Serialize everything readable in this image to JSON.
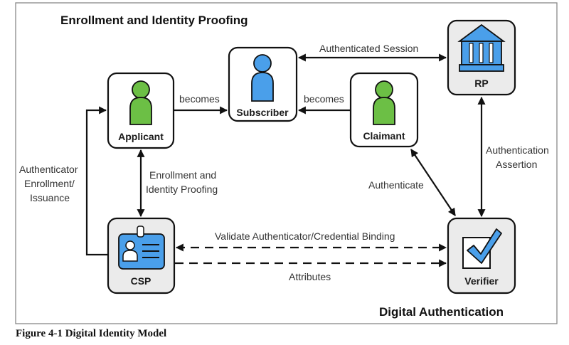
{
  "diagram": {
    "section_titles": {
      "enrollment": "Enrollment and Identity Proofing",
      "authentication": "Digital Authentication"
    },
    "caption": "Figure 4-1 Digital Identity Model",
    "nodes": {
      "applicant": {
        "label": "Applicant",
        "icon": "person-icon",
        "icon_color": "#6cbf45",
        "background": "#ffffff"
      },
      "subscriber": {
        "label": "Subscriber",
        "icon": "person-icon",
        "icon_color": "#4a9fea",
        "background": "#ffffff"
      },
      "claimant": {
        "label": "Claimant",
        "icon": "person-icon",
        "icon_color": "#6cbf45",
        "background": "#ffffff"
      },
      "rp": {
        "label": "RP",
        "icon": "bank-building-icon",
        "icon_color": "#4a9fea",
        "background": "#ebebeb"
      },
      "csp": {
        "label": "CSP",
        "icon": "id-badge-icon",
        "icon_color": "#4a9fea",
        "background": "#ebebeb"
      },
      "verifier": {
        "label": "Verifier",
        "icon": "checkbox-checked-icon",
        "icon_color": "#4a9fea",
        "background": "#ebebeb"
      }
    },
    "edges": {
      "applicant_subscriber": {
        "label": "becomes",
        "from": "Applicant",
        "to": "Subscriber",
        "style": "solid"
      },
      "claimant_subscriber": {
        "label": "becomes",
        "from": "Claimant",
        "to": "Subscriber",
        "style": "solid"
      },
      "subscriber_rp": {
        "label": "Authenticated Session",
        "from": "Subscriber",
        "to": "RP",
        "style": "solid-bidirectional"
      },
      "applicant_csp": {
        "label_line1": "Enrollment and",
        "label_line2": "Identity Proofing",
        "from": "Applicant",
        "to": "CSP",
        "style": "solid-bidirectional"
      },
      "csp_applicant": {
        "label_line1": "Authenticator",
        "label_line2": "Enrollment/",
        "label_line3": "Issuance",
        "from": "CSP",
        "to": "Applicant",
        "style": "solid"
      },
      "claimant_verifier": {
        "label": "Authenticate",
        "from": "Claimant",
        "to": "Verifier",
        "style": "solid-bidirectional"
      },
      "verifier_rp": {
        "label_line1": "Authentication",
        "label_line2": "Assertion",
        "from": "Verifier",
        "to": "RP",
        "style": "solid-bidirectional"
      },
      "csp_verifier_binding": {
        "label": "Validate Authenticator/Credential Binding",
        "from": "Verifier",
        "to": "CSP",
        "style": "dashed-bidirectional"
      },
      "csp_verifier_attributes": {
        "label": "Attributes",
        "from": "CSP",
        "to": "Verifier",
        "style": "dashed"
      }
    },
    "colors": {
      "frame": "#888888",
      "stroke": "#111111",
      "text": "#333333"
    }
  }
}
